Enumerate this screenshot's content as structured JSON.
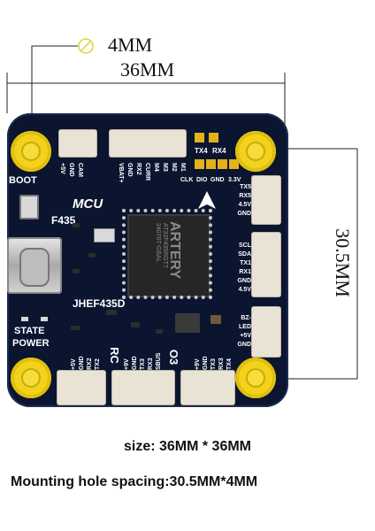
{
  "dimensions": {
    "hole_label": "4MM",
    "width_label": "36MM",
    "height_label": "30.5MM"
  },
  "board": {
    "mcu_label": "MCU",
    "mcu_type": "F435",
    "chip_brand": "ARTERY",
    "chip_model": "AT32F435RGT7",
    "chip_code": "24070T-GBAL",
    "model": "JHEF435D",
    "boot_label": "BOOT",
    "state_label": "STATE",
    "power_label": "POWER",
    "rc_label": "RC",
    "o3_label": "O3",
    "tx4_label": "TX4",
    "rx4_label": "RX4",
    "top_pad_labels": [
      "CLK",
      "DIO",
      "GND",
      "3.3V"
    ],
    "pins_top_left": [
      "+5V",
      "GND",
      "CAM"
    ],
    "pins_top_mid": [
      "VBAT+",
      "GND",
      "RX2",
      "CURR",
      "M4",
      "M3",
      "M2",
      "M1"
    ],
    "pins_right_1": [
      "TX5",
      "RX5",
      "4.5V",
      "GND"
    ],
    "pins_right_2": [
      "SCL",
      "SDA",
      "TX1",
      "RX1",
      "GND",
      "4.5V"
    ],
    "pins_right_3": [
      "BZ-",
      "LED",
      "+5V",
      "GND"
    ],
    "pins_bottom_left": [
      "+5V",
      "GND",
      "RX2",
      "TX2"
    ],
    "pins_bottom_mid": [
      "+9V",
      "GND",
      "TX3",
      "RX3",
      "SBUS"
    ],
    "pins_bottom_right": [
      "+9V",
      "GND",
      "TX3",
      "RX3",
      "TX4"
    ]
  },
  "captions": {
    "size": "size: 36MM * 36MM",
    "spacing": "Mounting hole spacing:30.5MM*4MM"
  },
  "colors": {
    "board": "#0b1530",
    "holes": "#f2d21a",
    "pads": "#e2b11c",
    "connectors": "#e9e3d6"
  }
}
